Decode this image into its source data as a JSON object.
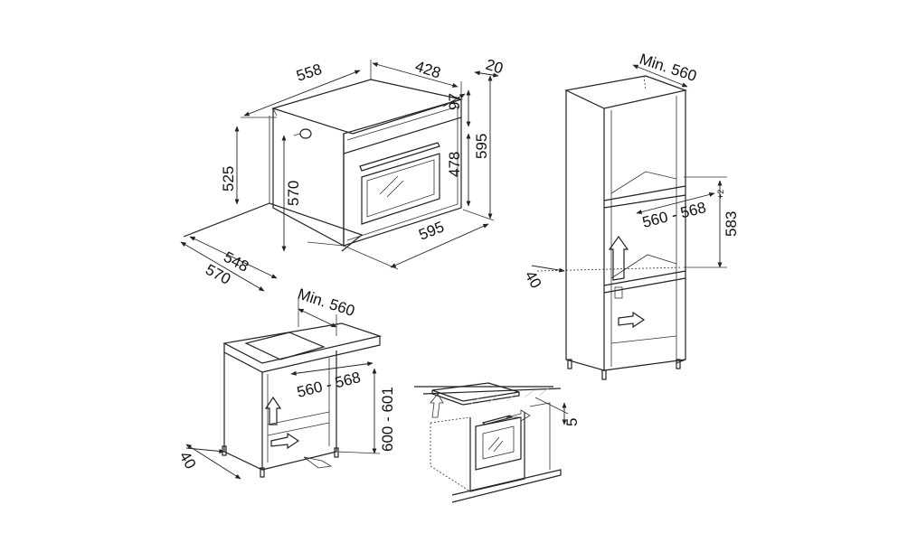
{
  "top_left": {
    "width_558": "558",
    "depth_428": "428",
    "front_20": "20",
    "door_97": "97",
    "height_478": "478",
    "height_595": "595",
    "height_525": "525",
    "height_570": "570",
    "depth_548": "548",
    "depth_570": "570",
    "width_595": "595"
  },
  "top_right": {
    "min_width": "Min. 560",
    "niche_width": "560 - 568",
    "niche_height": "583",
    "niche_height_tol": "+2",
    "vent_gap": "40"
  },
  "bottom_left": {
    "min_width": "Min. 560",
    "niche_width": "560 - 568",
    "niche_height": "600 - 601",
    "vent_gap": "40"
  },
  "bottom_mid": {
    "gap": "5"
  },
  "colors": {
    "line": "#222222",
    "hatch": "#bbbbbb",
    "background": "#ffffff"
  }
}
